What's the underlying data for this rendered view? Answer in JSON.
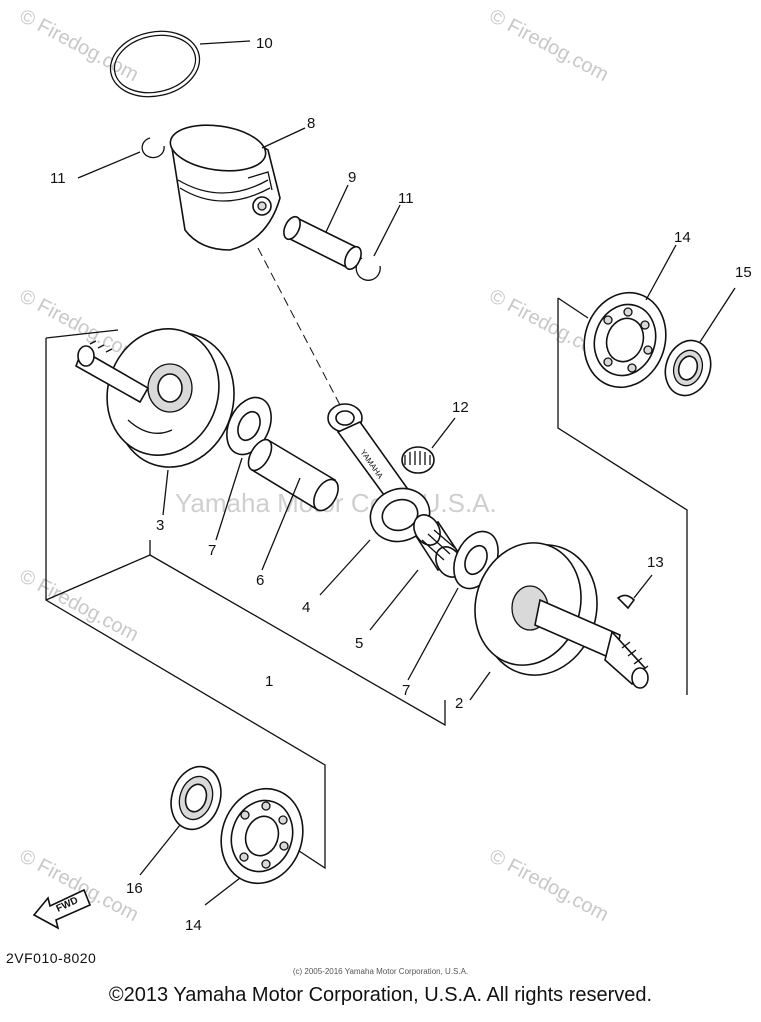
{
  "diagram": {
    "code": "2VF010-8020",
    "small_credit": "(c) 2005-2016 Yamaha Motor Corporation, U.S.A.",
    "copyright": "©2013 Yamaha Motor Corporation, U.S.A. All rights reserved.",
    "watermark_center": "Yamaha Motor Corp, U.S.A.",
    "watermark_site": "© Firedog.com",
    "fwd_label": "FWD",
    "rod_marking": "YAMAHA"
  },
  "callouts": {
    "p1": "1",
    "p2": "2",
    "p3": "3",
    "p4": "4",
    "p5": "5",
    "p6": "6",
    "p7a": "7",
    "p7b": "7",
    "p8": "8",
    "p9": "9",
    "p10": "10",
    "p11a": "11",
    "p11b": "11",
    "p12": "12",
    "p13": "13",
    "p14a": "14",
    "p14b": "14",
    "p15": "15",
    "p16": "16"
  },
  "colors": {
    "ink": "#111111",
    "watermark": "#c8c8c8",
    "background": "#ffffff"
  }
}
